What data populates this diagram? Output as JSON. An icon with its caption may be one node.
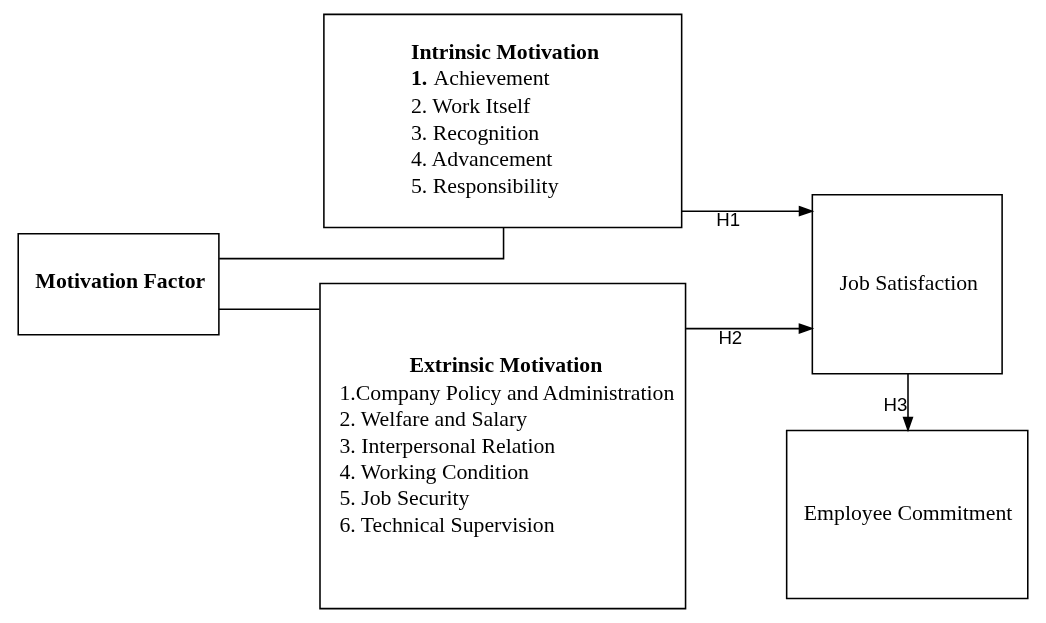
{
  "diagram": {
    "nodes": [
      {
        "text": [
          "Motivation Factor"
        ]
      },
      {
        "text": [
          "Intrinsic Motivation",
          "**1.** Achievement",
          "2. Work Itself",
          "3. Recognition",
          "4. Advancement",
          "5. Responsibility"
        ]
      },
      {
        "text": [
          "Extrinsic Motivation",
          "1.Company Policy and Administration",
          "2. Welfare and Salary",
          "3. Interpersonal Relation",
          "4. Working Condition",
          "5. Job Security",
          "6. Technical Supervision"
        ]
      },
      {
        "text": [
          "Job Satisfaction"
        ]
      },
      {
        "text": [
          "Employee Commitment"
        ]
      }
    ],
    "edges": [
      {
        "from": 0,
        "to": 1,
        "arrow": "none"
      },
      {
        "from": 0,
        "to": 2,
        "arrow": "none"
      },
      {
        "from": 1,
        "to": 3,
        "arrow": "to",
        "label": "H1"
      },
      {
        "from": 2,
        "to": 3,
        "arrow": "to",
        "label": "H2"
      },
      {
        "from": 3,
        "to": 4,
        "arrow": "to",
        "label": "H3"
      }
    ]
  }
}
